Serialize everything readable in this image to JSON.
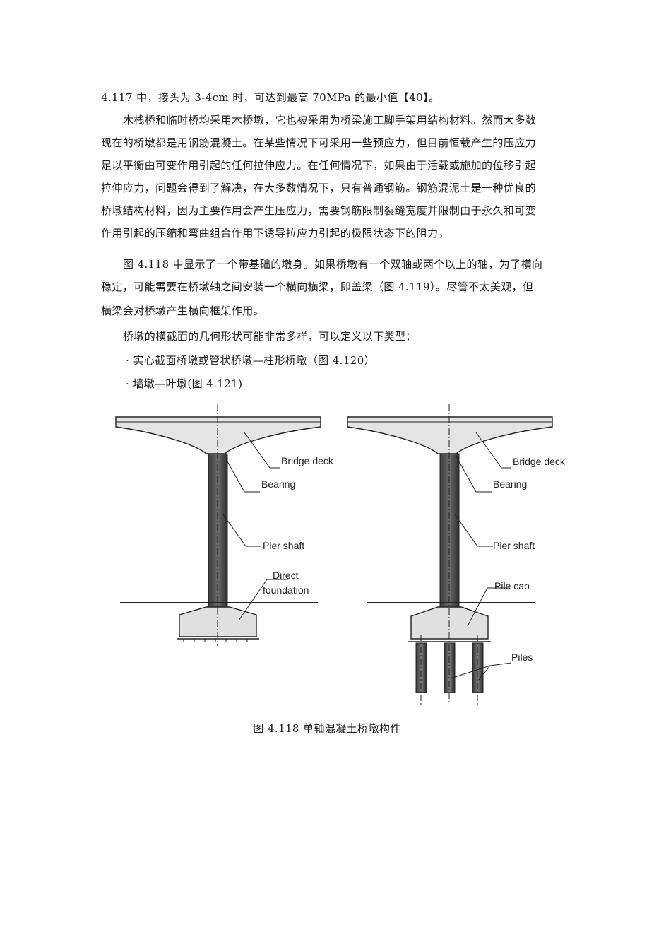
{
  "paragraphs": {
    "p1": [
      "4.117 中，接头为 3-4cm 时，可达到最高 70MPa 的最小值【40】。"
    ],
    "p2": [
      "木栈桥和临时桥均采用木桥墩，它也被采用为桥梁施工脚手架用结构材料。然而大多数",
      "现在的桥墩都是用钢筋混凝土。在某些情况下可采用一些预应力，但目前恒载产生的压应力",
      "足以平衡由可变作用引起的任何拉伸应力。在任何情况下，如果由于活载或施加的位移引起",
      "拉伸应力，问题会得到了解决，在大多数情况下，只有普通钢筋。钢筋混泥土是一种优良的",
      "桥墩结构材料，因为主要作用会产生压应力，需要钢筋限制裂缝宽度并限制由于永久和可变",
      "作用引起的压缩和弯曲组合作用下诱导拉应力引起的极限状态下的阻力。"
    ],
    "p3": [
      "图 4.118 中显示了一个带基础的墩身。如果桥墩有一个双轴或两个以上的轴，为了横向",
      "稳定，可能需要在桥墩轴之间安装一个横向横梁，即盖梁（图 4.119）。尽管不太美观，但",
      "横梁会对桥墩产生横向框架作用。"
    ],
    "p4": [
      "桥墩的横截面的几何形状可能非常多样，可以定义以下类型："
    ],
    "bullets": [
      "· 实心截面桥墩或管状桥墩—柱形桥墩（图 4.120）",
      "· 墙墩—叶墩(图 4.121)"
    ]
  },
  "figure": {
    "left_labels": {
      "deck": "Bridge deck",
      "bearing": "Bearing",
      "shaft": "Pier shaft",
      "foundation_1": "Direct",
      "foundation_2": "foundation"
    },
    "right_labels": {
      "deck": "Bridge deck",
      "bearing": "Bearing",
      "shaft": "Pier shaft",
      "cap": "Pile cap",
      "piles": "Piles"
    },
    "caption": "图 4.118 单轴混凝土桥墩构件"
  },
  "colors": {
    "deck_fill": "#e4e4e4",
    "shaft_fill": "#5a5a5a",
    "line": "#222222"
  }
}
